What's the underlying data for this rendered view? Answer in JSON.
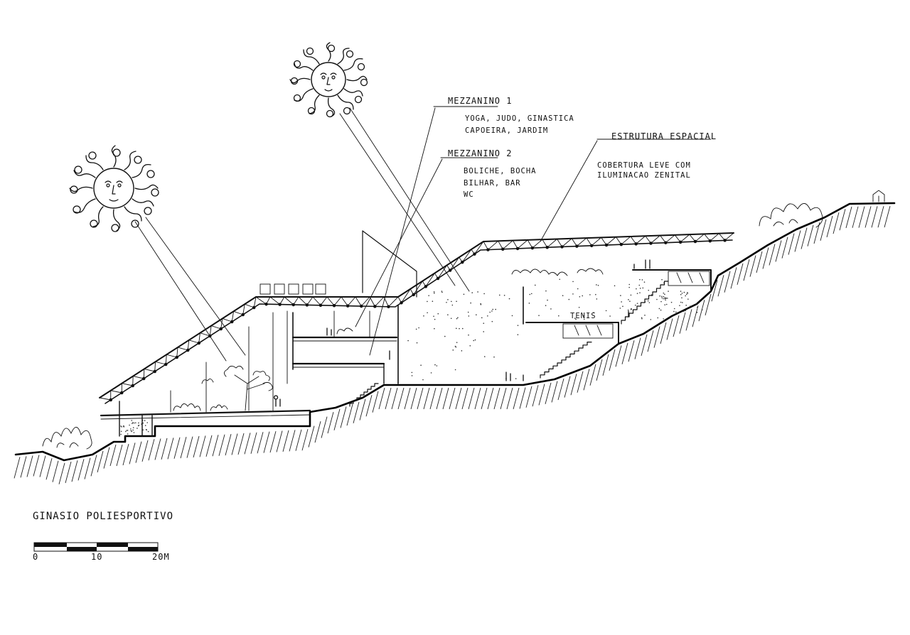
{
  "drawing": {
    "title": "GINASIO POLIESPORTIVO",
    "scale_bar": {
      "ticks": [
        "0",
        "10",
        "20M"
      ]
    }
  },
  "annotations": {
    "mezzanino_1": {
      "title": "MEZZANINO 1",
      "lines": [
        "YOGA, JUDO, GINASTICA",
        "CAPOEIRA, JARDIM"
      ]
    },
    "mezzanino_2": {
      "title": "MEZZANINO 2",
      "lines": [
        "BOLICHE, BOCHA",
        "BILHAR, BAR",
        "WC"
      ]
    },
    "estrutura": {
      "title": "ESTRUTURA ESPACIAL",
      "lines": [
        "COBERTURA LEVE COM",
        "ILUMINACAO ZENITAL"
      ]
    },
    "tenis": {
      "label": "TENIS"
    }
  },
  "ink_color": "#111111",
  "paper_color": "#ffffff"
}
